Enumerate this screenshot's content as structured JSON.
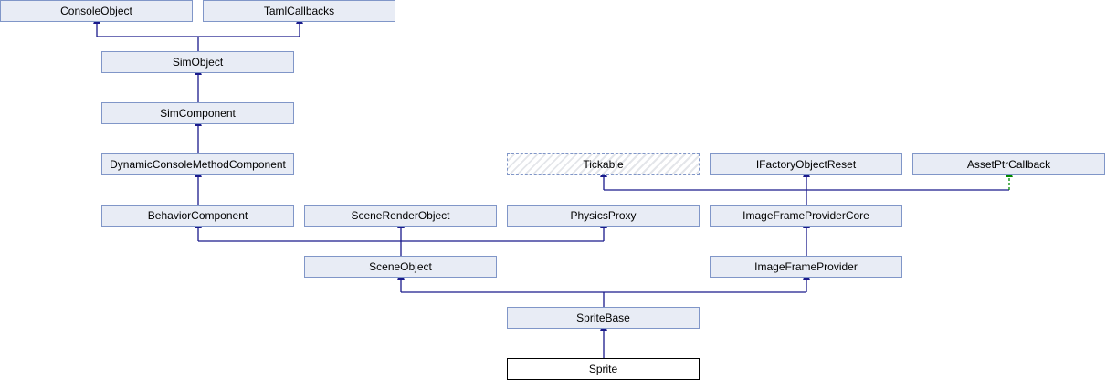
{
  "nodes": {
    "console_object": "ConsoleObject",
    "taml_callbacks": "TamlCallbacks",
    "sim_object": "SimObject",
    "sim_component": "SimComponent",
    "dynamic_console_method_component": "DynamicConsoleMethodComponent",
    "tickable": "Tickable",
    "ifactory_object_reset": "IFactoryObjectReset",
    "asset_ptr_callback": "AssetPtrCallback",
    "behavior_component": "BehaviorComponent",
    "scene_render_object": "SceneRenderObject",
    "physics_proxy": "PhysicsProxy",
    "image_frame_provider_core": "ImageFrameProviderCore",
    "scene_object": "SceneObject",
    "image_frame_provider": "ImageFrameProvider",
    "sprite_base": "SpriteBase",
    "sprite": "Sprite"
  },
  "colors": {
    "edge": "#1a1a8c",
    "protected_edge": "#008800",
    "node_fill": "#e8ecf5",
    "node_border": "#8096c8"
  }
}
